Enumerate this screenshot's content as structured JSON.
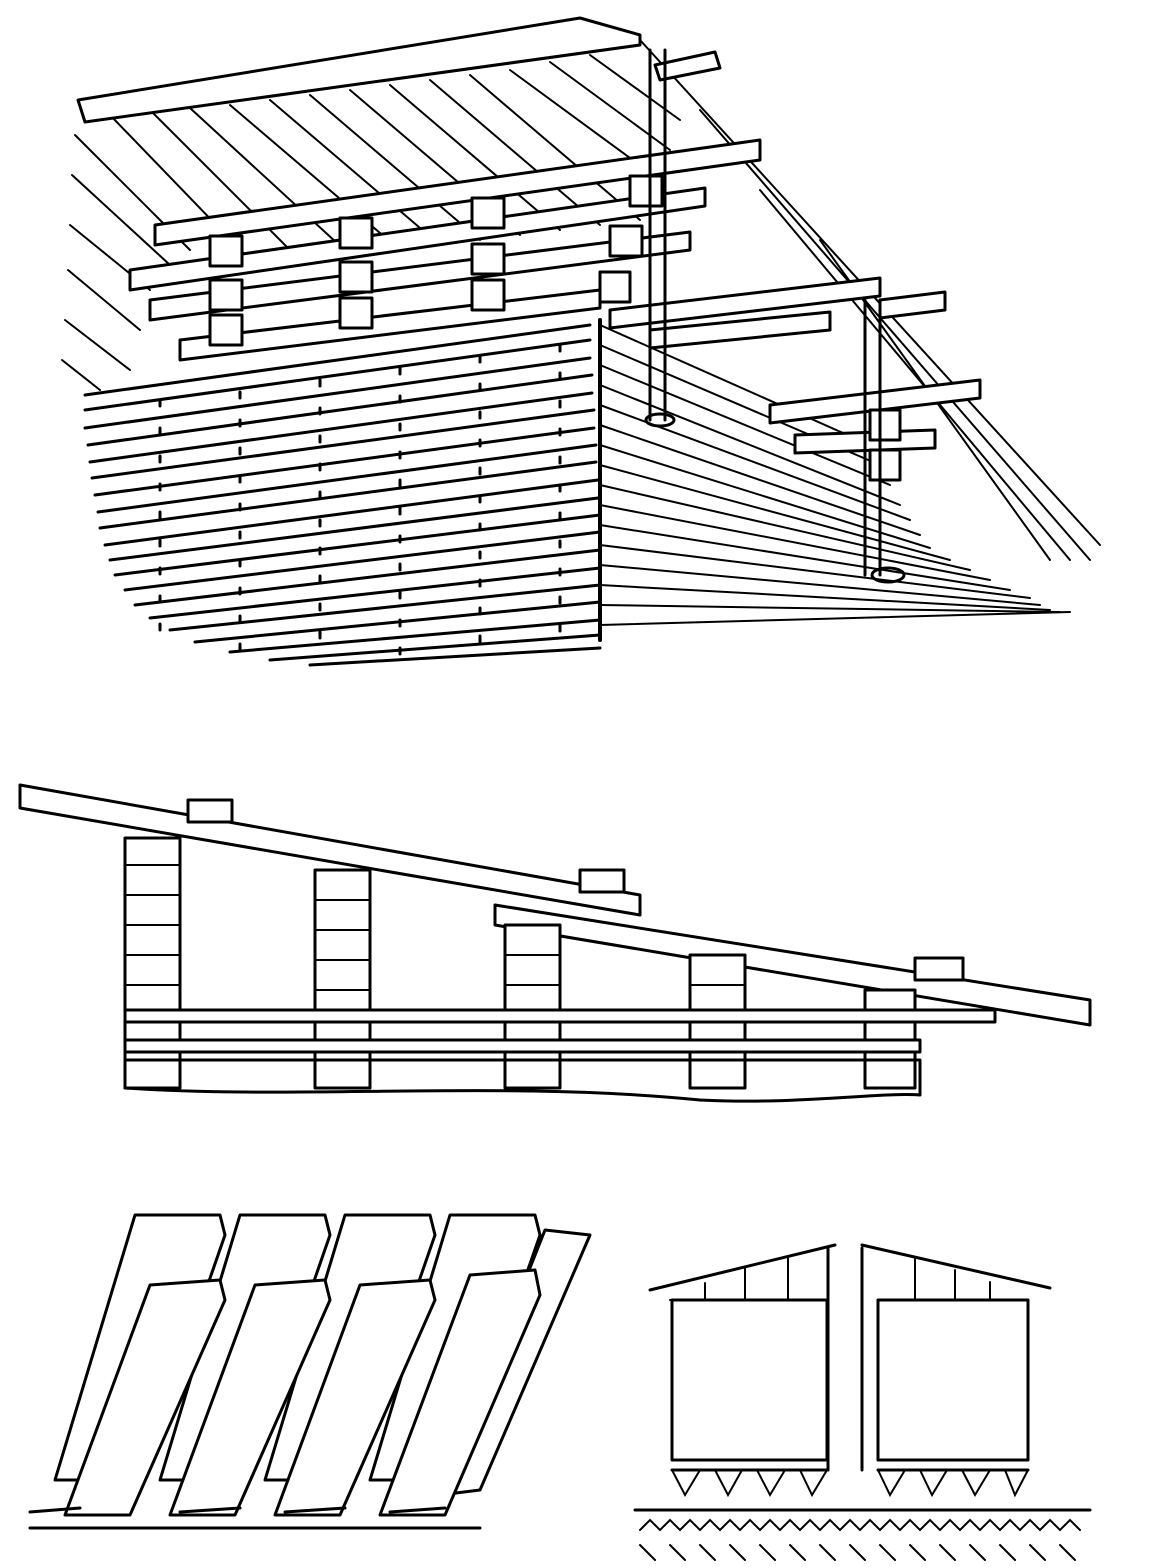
{
  "figure": {
    "panels": [
      {
        "id": "stacked-lumber-pile-perspective"
      },
      {
        "id": "stacked-lumber-pile-side-view"
      },
      {
        "id": "roof-covering-boards"
      },
      {
        "id": "lumber-shed-elevation"
      }
    ],
    "colors": {
      "ink": "#000000",
      "paper": "#ffffff"
    }
  }
}
